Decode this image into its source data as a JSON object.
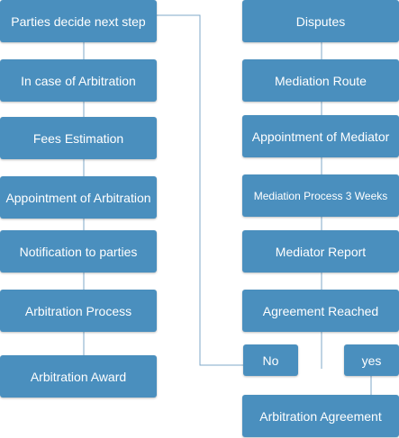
{
  "colors": {
    "node_fill": "#4a8fbe",
    "node_text": "#ffffff",
    "connector": "#7fa9c9"
  },
  "left_column": {
    "parties_decide": "Parties decide next step",
    "in_case_arbitration": "In case of Arbitration",
    "fees_estimation": "Fees Estimation",
    "appointment_arbitration": "Appointment of Arbitration",
    "notification_parties": "Notification to parties",
    "arbitration_process": "Arbitration Process",
    "arbitration_award": "Arbitration Award"
  },
  "right_column": {
    "disputes": "Disputes",
    "mediation_route": "Mediation Route",
    "appointment_mediator": "Appointment of Mediator",
    "mediation_process": "Mediation Process 3 Weeks",
    "mediator_report": "Mediator Report",
    "agreement_reached": "Agreement Reached",
    "no": "No",
    "yes": "yes",
    "arbitration_agreement": "Arbitration Agreement"
  }
}
